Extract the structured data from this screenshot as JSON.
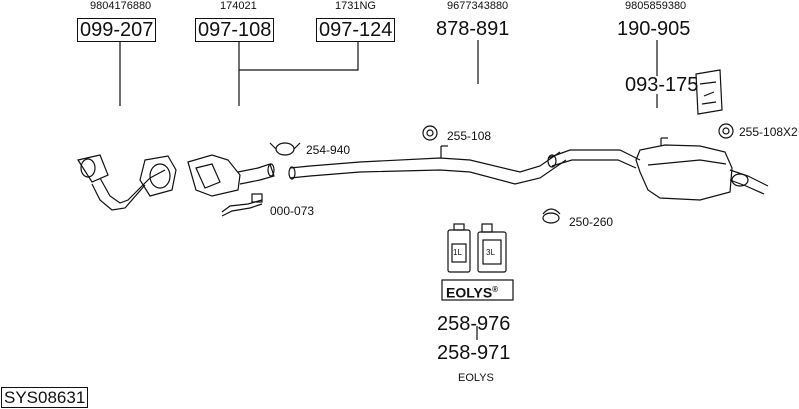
{
  "top_refs": {
    "ref1": "9804176880",
    "ref2": "174021",
    "ref3": "1731NG",
    "ref4": "9677343880",
    "ref5": "9805859380"
  },
  "parts": {
    "p1": "099-207",
    "p2": "097-108",
    "p3": "097-124",
    "p4": "878-891",
    "p5": "190-905",
    "p6": "093-175",
    "p7": "258-976",
    "p8": "258-971"
  },
  "small_parts": {
    "s1": "254-940",
    "s2": "255-108",
    "s3": "255-108X2",
    "s4": "250-260",
    "s5": "000-073"
  },
  "additive": {
    "brand": "EOLYS",
    "registered": "®",
    "can1": "1L",
    "can2": "3L",
    "caption": "EOLYS"
  },
  "system_code": "SYS08631"
}
